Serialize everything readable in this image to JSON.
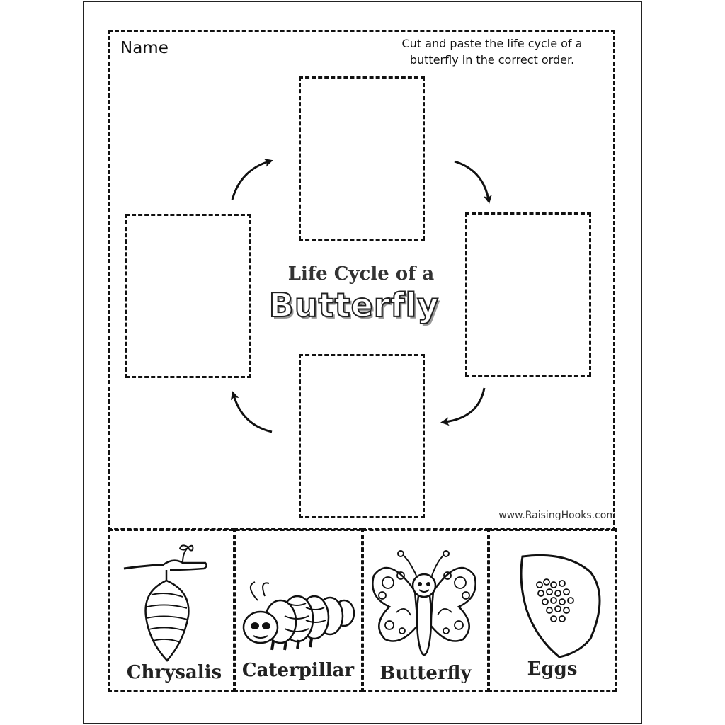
{
  "worksheet": {
    "name_label": "Name",
    "instructions_line1": "Cut and paste the life cycle of a",
    "instructions_line2": "butterfly in the correct order.",
    "title_line1": "Life Cycle of a",
    "title_line2": "Butterfly",
    "website": "www.RaisingHooks.com"
  },
  "cards": [
    {
      "label": "Chrysalis",
      "icon": "chrysalis-icon"
    },
    {
      "label": "Caterpillar",
      "icon": "caterpillar-icon"
    },
    {
      "label": "Butterfly",
      "icon": "butterfly-icon"
    },
    {
      "label": "Eggs",
      "icon": "eggs-on-leaf-icon"
    }
  ]
}
